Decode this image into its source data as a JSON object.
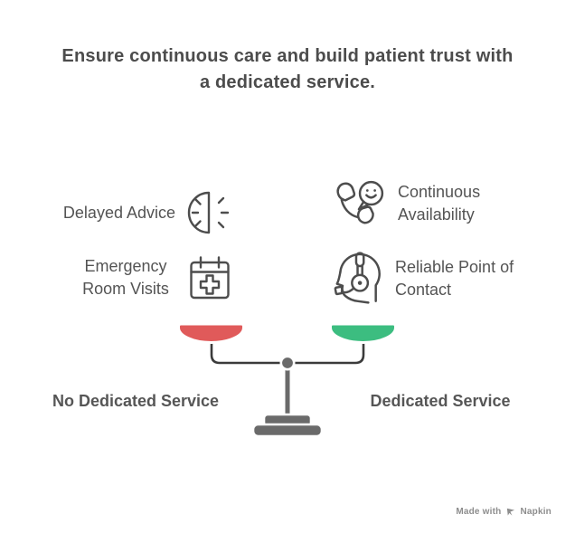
{
  "title": {
    "line1": "Ensure continuous care and build patient trust with",
    "line2": "a dedicated service."
  },
  "comparison": {
    "left_items": [
      {
        "label": "Delayed Advice",
        "icon": "half-clock-icon"
      },
      {
        "label": "Emergency Room Visits",
        "icon": "medical-calendar-icon"
      }
    ],
    "right_items": [
      {
        "label": "Continuous Availability",
        "icon": "phone-smile-icon"
      },
      {
        "label": "Reliable Point of Contact",
        "icon": "support-headset-icon"
      }
    ]
  },
  "scale": {
    "left_label": "No Dedicated Service",
    "right_label": "Dedicated Service",
    "left_pan_color": "#E05A5A",
    "right_pan_color": "#3CBD80",
    "beam_color": "#3B3B3B",
    "stand_color": "#6A6A6A"
  },
  "icons": {
    "stroke_color": "#4D4D4D"
  },
  "watermark": {
    "prefix": "Made with",
    "brand": "Napkin"
  }
}
